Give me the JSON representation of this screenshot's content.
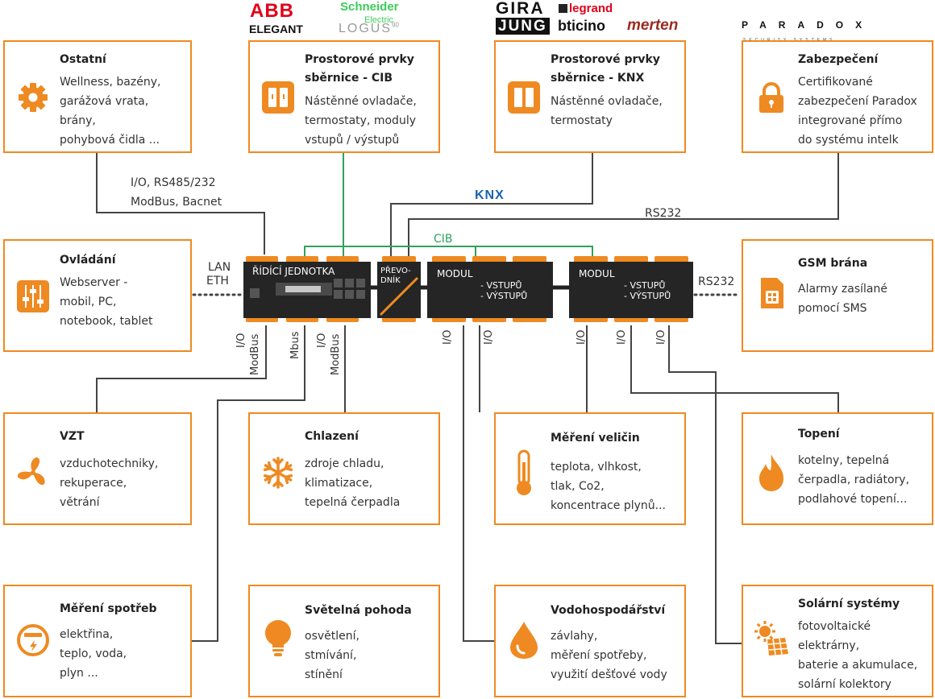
{
  "logos": {
    "abb": "ABB",
    "elegant": "ELEGANT",
    "schneider": "Schneider",
    "schneider_sub": "Electric",
    "logus": "LOGUS",
    "logus_sup": "90",
    "gira": "GIRA",
    "legrand": "legrand",
    "jung": "JUNG",
    "bticino": "bticino",
    "merten": "merten",
    "paradox": "PARADOX",
    "paradox_sub": "SECURITY SYSTEMS",
    "knx": "KNX"
  },
  "boxes": {
    "ostatni": {
      "title": "Ostatní",
      "lines": [
        "Wellness, bazény,",
        "garážová vrata,",
        "brány,",
        "pohybová čidla ..."
      ],
      "icon": "gear-icon"
    },
    "cib": {
      "title": "Prostorové prvky",
      "title2": "sběrnice - CIB",
      "lines": [
        "Nástěnné ovladače,",
        "termostaty, moduly",
        "vstupů / výstupů"
      ],
      "icon": "wall-switch-icon"
    },
    "knx": {
      "title": "Prostorové prvky",
      "title2": "sběrnice - KNX",
      "lines": [
        "Nástěnné ovladače,",
        "termostaty"
      ],
      "icon": "wall-switch-icon"
    },
    "zabezpeceni": {
      "title": "Zabezpečení",
      "lines": [
        "Certifikované",
        "zabezpečení Paradox",
        "integrované přímo",
        "do systému intelk"
      ],
      "icon": "padlock-icon"
    },
    "ovladani": {
      "title": "Ovládání",
      "lines": [
        "Webserver -",
        "mobil, PC,",
        "notebook, tablet"
      ],
      "icon": "sliders-icon"
    },
    "gsm": {
      "title": "GSM brána",
      "lines": [
        "Alarmy zasílané",
        "pomocí SMS"
      ],
      "icon": "sim-card-icon"
    },
    "vzt": {
      "title": "VZT",
      "lines": [
        "vzduchotechniky,",
        "rekuperace,",
        "větrání"
      ],
      "icon": "fan-icon"
    },
    "chlazeni": {
      "title": "Chlazení",
      "lines": [
        "zdroje chladu,",
        "klimatizace,",
        "tepelná čerpadla"
      ],
      "icon": "snowflake-icon"
    },
    "mereni_velicin": {
      "title": "Měření veličin",
      "lines": [
        "teplota, vlhkost,",
        "tlak, Co2,",
        "koncentrace plynů..."
      ],
      "icon": "thermometer-icon"
    },
    "topeni": {
      "title": "Topení",
      "lines": [
        "kotelny, tepelná",
        "čerpadla, radiátory,",
        "podlahové topení..."
      ],
      "icon": "flame-icon"
    },
    "mereni_spotreb": {
      "title": "Měření spotřeb",
      "lines": [
        "elektřina,",
        "teplo, voda,",
        "plyn ..."
      ],
      "icon": "meter-icon"
    },
    "svetelna": {
      "title": "Světelná pohoda",
      "lines": [
        "osvětlení,",
        "stmívání,",
        "stínění"
      ],
      "icon": "lightbulb-icon"
    },
    "vodo": {
      "title": "Vodohospodářství",
      "lines": [
        "závlahy,",
        "měření spotřeby,",
        "využití dešťové vody"
      ],
      "icon": "water-drop-icon"
    },
    "solarni": {
      "title": "Solární systémy",
      "lines": [
        "fotovoltaické",
        "elektrárny,",
        "baterie a akumulace,",
        "solární kolektory"
      ],
      "icon": "solar-panel-icon"
    }
  },
  "devices": {
    "control_unit": "ŘÍDÍCÍ JEDNOTKA",
    "converter_line1": "PŘEVO-",
    "converter_line2": "DNÍK",
    "module1_title": "MODUL",
    "module1_line1": "- VSTUPŮ",
    "module1_line2": "- VÝSTUPŮ",
    "module2_title": "MODUL",
    "module2_line1": "- VSTUPŮ",
    "module2_line2": "- VÝSTUPŮ"
  },
  "labels": {
    "io_rs485": "I/O, RS485/232",
    "modbus_bacnet": "ModBus, Bacnet",
    "rs232_top": "RS232",
    "cib_bus": "CIB",
    "lan": "LAN",
    "eth": "ETH",
    "rs232_gsm": "RS232",
    "io_modbus_1a": "I/O",
    "io_modbus_1b": "ModBus",
    "mbus": "Mbus",
    "io_modbus_2a": "I/O",
    "io_modbus_2b": "ModBus",
    "io1": "I/O",
    "io2": "I/O",
    "io3": "I/O",
    "io4": "I/O",
    "io5": "I/O"
  },
  "colors": {
    "accent": "#ee8a21",
    "device": "#252525",
    "cib_line": "#2fa35a",
    "wire": "#444444",
    "knx_blue": "#1a62b0",
    "knx_green": "#2fa35a",
    "abb_red": "#e2001a",
    "schneider_green": "#3dcd58"
  }
}
